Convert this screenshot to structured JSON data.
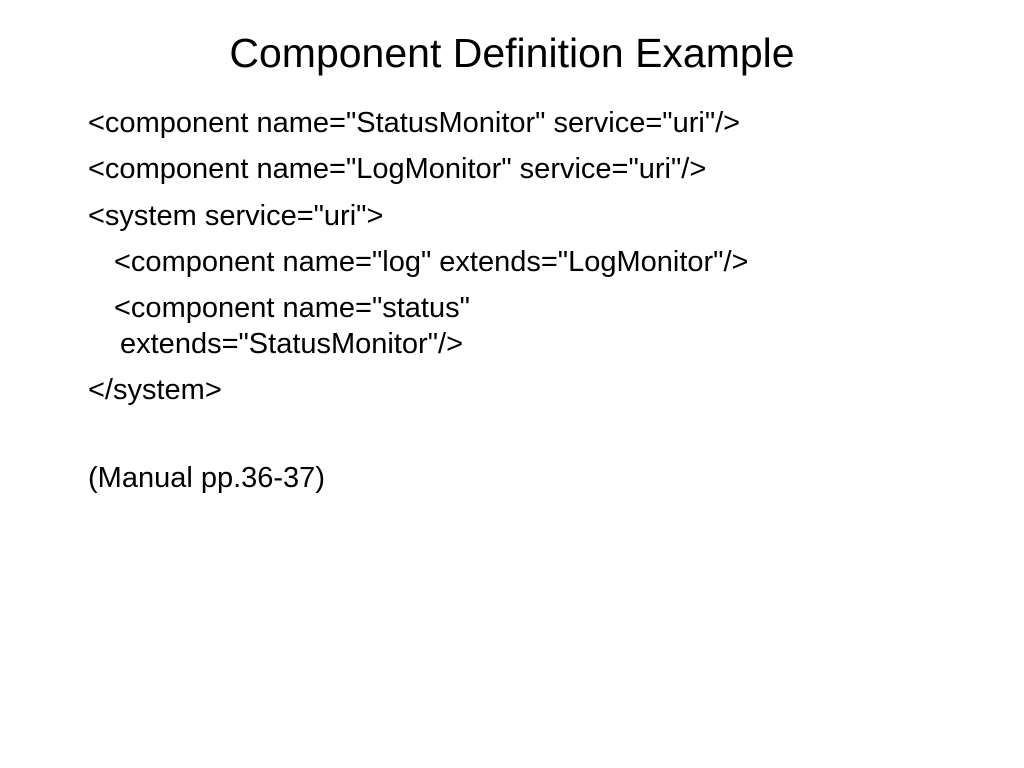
{
  "colors": {
    "background": "#ffffff",
    "text": "#000000"
  },
  "slide": {
    "title": "Component Definition Example",
    "lines": [
      {
        "text": "<component name=\"StatusMonitor\" service=\"uri\"/>",
        "indent": 0
      },
      {
        "text": "<component name=\"LogMonitor\" service=\"uri\"/>",
        "indent": 0
      },
      {
        "text": "<system service=\"uri\">",
        "indent": 0
      },
      {
        "text": "<component name=\"log\" extends=\"LogMonitor\"/>",
        "indent": 1
      },
      {
        "text": "<component name=\"status\"",
        "indent": 1
      },
      {
        "text": "extends=\"StatusMonitor\"/>",
        "indent": 1,
        "wrapped_continuation": true
      },
      {
        "text": "</system>",
        "indent": 0
      },
      {
        "text": "(Manual pp.36-37)",
        "indent": 0
      }
    ]
  }
}
